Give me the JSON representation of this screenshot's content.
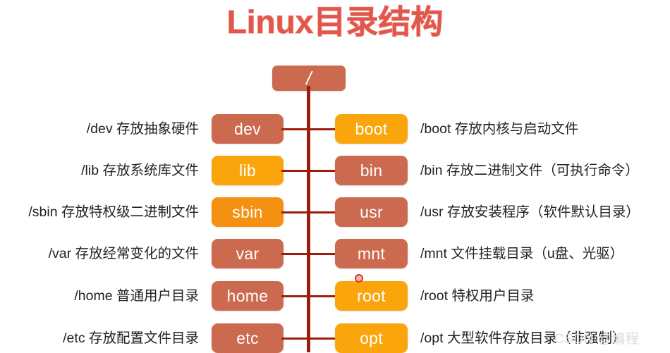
{
  "page": {
    "title": "Linux目录结构",
    "background_color": "#ffffff",
    "title_color": "#E2574C",
    "line_color": "#9C1D0B",
    "salmon_color": "#CC6A4F",
    "orange_color": "#FBA50C",
    "watermark": "CSDN @编程"
  },
  "tree": {
    "root": {
      "label": "/",
      "color": "#CC6A4F"
    },
    "rows": [
      {
        "left_caption": "/dev 存放抽象硬件",
        "left_node": "dev",
        "left_color": "#CC6A4F",
        "right_node": "boot",
        "right_color": "#FBA50C",
        "right_caption": "/boot 存放内核与启动文件"
      },
      {
        "left_caption": "/lib 存放系统库文件",
        "left_node": "lib",
        "left_color": "#FBA50C",
        "right_node": "bin",
        "right_color": "#CC6A4F",
        "right_caption": "/bin 存放二进制文件（可执行命令）"
      },
      {
        "left_caption": "/sbin 存放特权级二进制文件",
        "left_node": "sbin",
        "left_color": "#F59110",
        "right_node": "usr",
        "right_color": "#CC6A4F",
        "right_caption": "/usr 存放安装程序（软件默认目录）"
      },
      {
        "left_caption": "/var 存放经常变化的文件",
        "left_node": "var",
        "left_color": "#CC6A4F",
        "right_node": "mnt",
        "right_color": "#CC6A4F",
        "right_caption": "/mnt 文件挂载目录（u盘、光驱）"
      },
      {
        "left_caption": "/home 普通用户目录",
        "left_node": "home",
        "left_color": "#CC6A4F",
        "right_node": "root",
        "right_color": "#FBA50C",
        "right_caption": "/root 特权用户目录"
      },
      {
        "left_caption": "/etc 存放配置文件目录",
        "left_node": "etc",
        "left_color": "#CC6A4F",
        "right_node": "opt",
        "right_color": "#FBA50C",
        "right_caption": "/opt 大型软件存放目录（非强制）"
      }
    ]
  }
}
